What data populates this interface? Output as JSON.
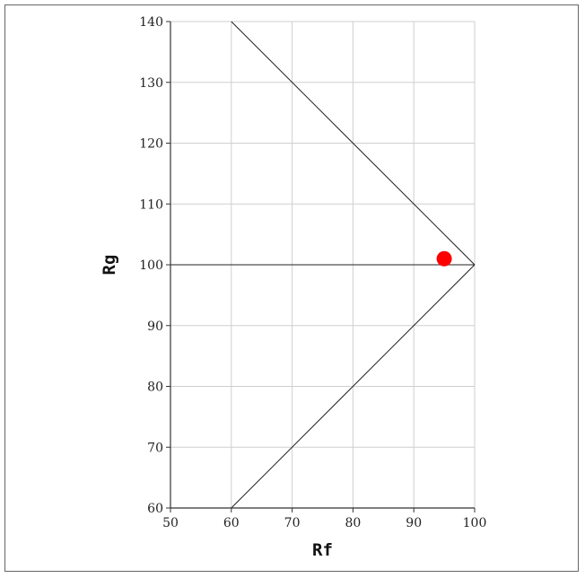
{
  "chart_data": {
    "type": "scatter",
    "title": "",
    "xlabel": "Rf",
    "ylabel": "Rg",
    "xlim": [
      50,
      100
    ],
    "ylim": [
      60,
      140
    ],
    "x_ticks": [
      50,
      60,
      70,
      80,
      90,
      100
    ],
    "y_ticks": [
      60,
      70,
      80,
      90,
      100,
      110,
      120,
      130,
      140
    ],
    "grid": true,
    "reference_lines": [
      {
        "points": [
          [
            60,
            140
          ],
          [
            100,
            100
          ]
        ]
      },
      {
        "points": [
          [
            60,
            60
          ],
          [
            100,
            100
          ]
        ]
      },
      {
        "points": [
          [
            50,
            100
          ],
          [
            100,
            100
          ]
        ]
      }
    ],
    "series": [
      {
        "points": [
          {
            "x": 95,
            "y": 101
          }
        ],
        "color": "#ff0000"
      }
    ]
  }
}
